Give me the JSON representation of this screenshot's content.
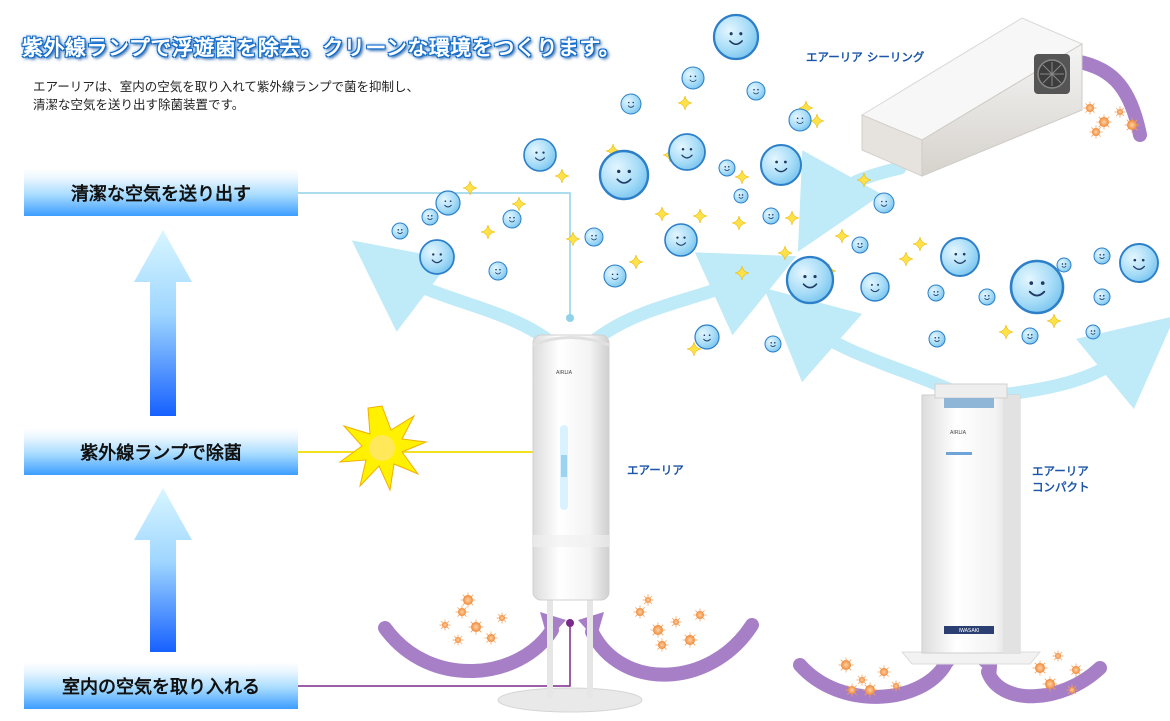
{
  "headline": "紫外線ランプで浮遊菌を除去。クリーンな環境をつくります。",
  "intro": [
    "エアーリアは、室内の空気を取り入れて紫外線ランプで菌を抑制し、",
    "清潔な空気を送り出す除菌装置です。"
  ],
  "steps": {
    "output": "清潔な空気を送り出す",
    "uv": "紫外線ランプで除菌",
    "intake": "室内の空気を取り入れる"
  },
  "products": {
    "main": [
      "エアーリア"
    ],
    "ceiling": [
      "エアーリア シーリング"
    ],
    "compact": [
      "エアーリア",
      "コンパクト"
    ]
  },
  "device_text": {
    "brand": "AIRLIA",
    "maker": "IWASAKI"
  },
  "colors": {
    "headline_blue": "#1a78d8",
    "arrow_cyan": "#bfeaf7",
    "intake_purple": "#a77fc6",
    "connector_yellow": "#f2e020",
    "connector_purple": "#7a2a8a",
    "bubble_blue": "#8cd0f4",
    "germ_orange": "#f7a25a"
  },
  "icons": [
    "uv-burst-icon",
    "bubble-face-icon",
    "sparkle-icon",
    "germ-icon",
    "up-arrow-icon",
    "fan-icon"
  ]
}
